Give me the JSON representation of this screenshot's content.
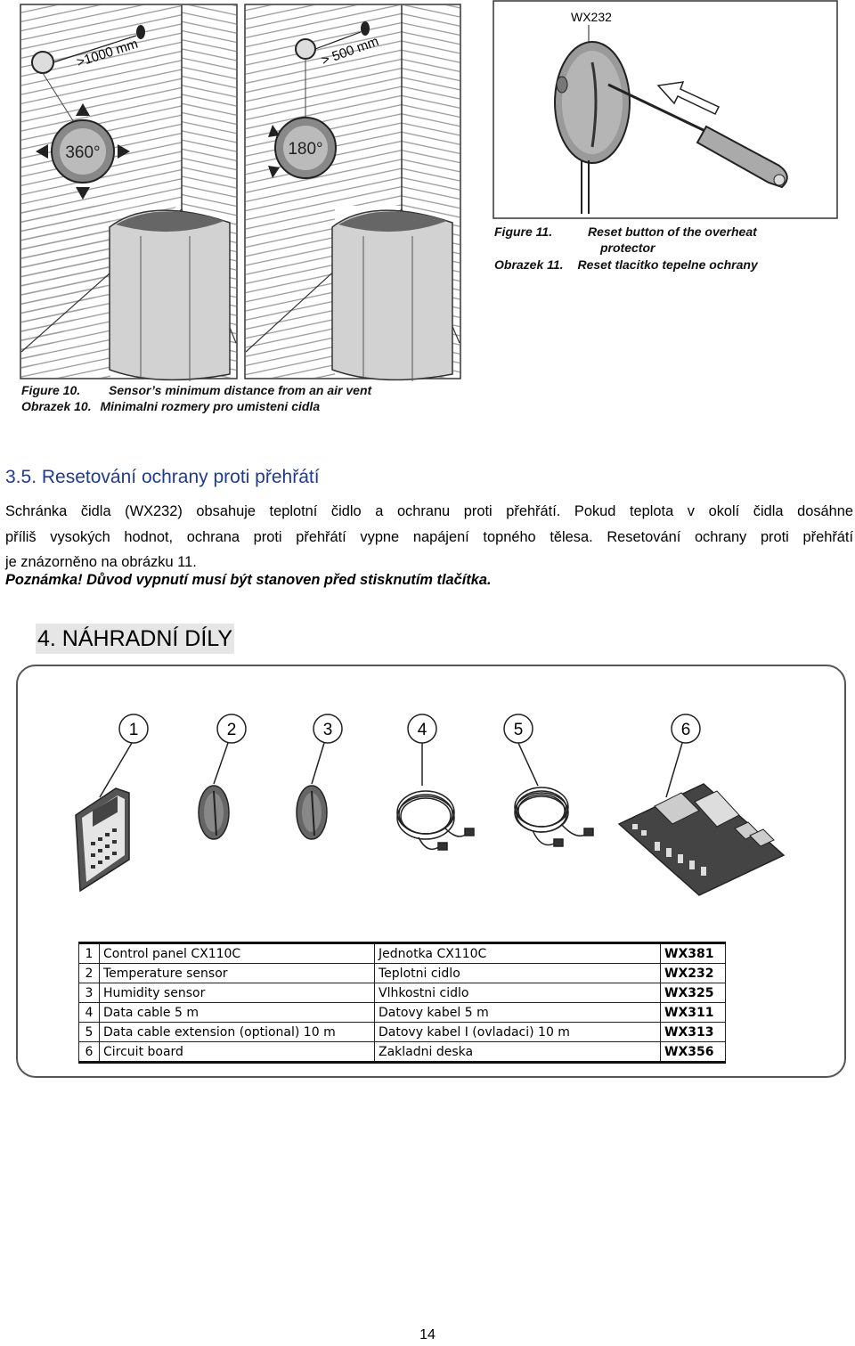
{
  "figure10": {
    "distance_left": ">1000 mm",
    "distance_right": "> 500 mm",
    "angle_left": "360°",
    "angle_right": "180°",
    "caption_en_label": "Figure 10.",
    "caption_en_text": "Sensor’s minimum distance from an air vent",
    "caption_cz_label": "Obrazek 10.",
    "caption_cz_text": "Minimalni rozmery pro umisteni cidla"
  },
  "figure11": {
    "model": "WX232",
    "caption_en_label": "Figure 11.",
    "caption_en_text_1": "Reset button of the overheat",
    "caption_en_text_2": "protector",
    "caption_cz_label": "Obrazek 11.",
    "caption_cz_text": "Reset tlacitko tepelne ochrany"
  },
  "section35": {
    "number": "3.5.",
    "title": "Resetování ochrany proti přehřátí",
    "lines": [
      "Schránka čidla (WX232) obsahuje teplotní čidlo a ochranu proti přehřátí. Pokud teplota v okolí čidla dosáhne",
      "příliš vysokých hodnot, ochrana proti přehřátí vypne napájení topného tělesa. Resetování ochrany proti přehřátí",
      "je znázorněno na obrázku 11."
    ],
    "note": "Poznámka! Důvod vypnutí musí být stanoven před stisknutím tlačítka."
  },
  "section4": {
    "title": "4.  NÁHRADNÍ DÍLY"
  },
  "parts": {
    "callouts": [
      "1",
      "2",
      "3",
      "4",
      "5",
      "6"
    ],
    "rows": [
      {
        "n": "1",
        "en": "Control panel  CX110C",
        "cz": "Jednotka     CX110C",
        "code": "WX381"
      },
      {
        "n": "2",
        "en": "Temperature sensor",
        "cz": "Teplotni cidlo",
        "code": "WX232"
      },
      {
        "n": "3",
        "en": "Humidity sensor",
        "cz": "Vlhkostni cidlo",
        "code": "WX325"
      },
      {
        "n": "4",
        "en": "Data cable 5 m",
        "cz": "Datovy kabel 5 m",
        "code": "WX311"
      },
      {
        "n": "5",
        "en": "Data cable extension (optional) 10 m",
        "cz": "Datovy kabel I (ovladaci) 10 m",
        "code": "WX313"
      },
      {
        "n": "6",
        "en": "Circuit board",
        "cz": "Zakladni deska",
        "code": "WX356"
      }
    ]
  },
  "page_number": "14"
}
